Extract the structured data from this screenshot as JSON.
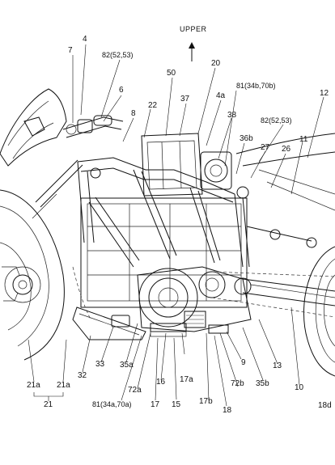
{
  "direction": {
    "text": "UPPER"
  },
  "labels": {
    "l4": "4",
    "l7": "7",
    "l82_top": "82(52,53)",
    "l6": "6",
    "l50": "50",
    "l37": "37",
    "l20": "20",
    "l4a": "4a",
    "l22": "22",
    "l8": "8",
    "l81_top": "81(34b,70b)",
    "l12": "12",
    "l38": "38",
    "l82_right": "82(52,53)",
    "l36b": "36b",
    "l27": "27",
    "l26": "26",
    "l11": "11",
    "l33": "33",
    "l32": "32",
    "l35a": "35a",
    "l72a": "72a",
    "l16": "16",
    "l17a": "17a",
    "l9": "9",
    "l72b": "72b",
    "l35b": "35b",
    "l13": "13",
    "l10": "10",
    "l21a_left": "21a",
    "l21a_right": "21a",
    "l21": "21",
    "l81_bottom": "81(34a,70a)",
    "l17": "17",
    "l15": "15",
    "l17b": "17b",
    "l18": "18",
    "l18d": "18d"
  }
}
